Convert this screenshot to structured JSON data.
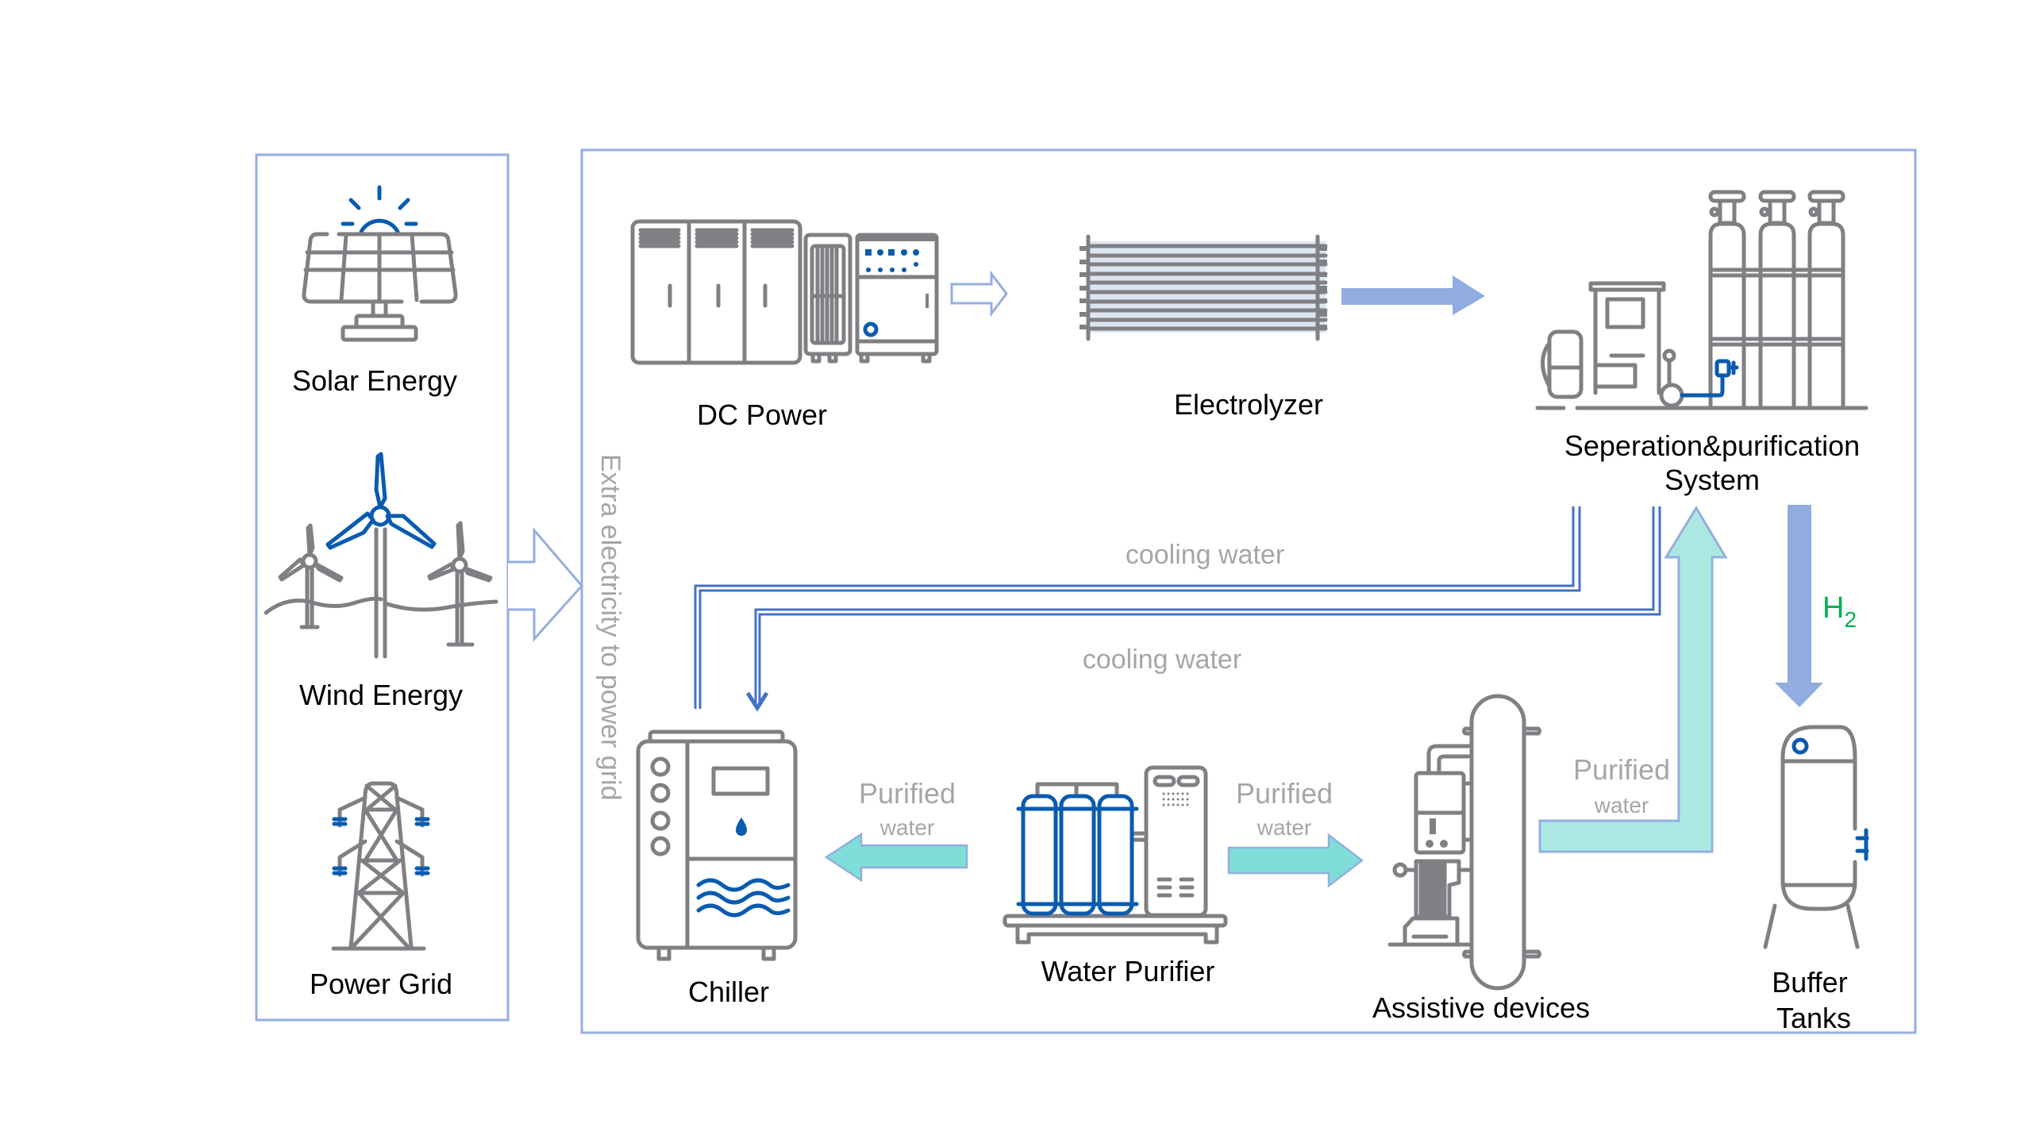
{
  "sources": {
    "items": [
      {
        "label": "Solar Energy",
        "icon": "solar-panel-icon"
      },
      {
        "label": "Wind Energy",
        "icon": "wind-turbine-icon"
      },
      {
        "label": "Power Grid",
        "icon": "transmission-tower-icon"
      }
    ]
  },
  "grid_export": {
    "label": "Extra electricity to power grid"
  },
  "equipment": {
    "dc_power": {
      "label": "DC Power",
      "icon": "dc-power-cabinet-icon"
    },
    "electrolyzer": {
      "label": "Electrolyzer",
      "icon": "electrolyzer-stack-icon"
    },
    "separation": {
      "label_line1": "Seperation&purification",
      "label_line2": "System",
      "icon": "separation-system-icon"
    },
    "chiller": {
      "label": "Chiller",
      "icon": "chiller-icon"
    },
    "water_purifier": {
      "label": "Water Purifier",
      "icon": "water-purifier-icon"
    },
    "assistive": {
      "label": "Assistive devices",
      "icon": "assistive-device-icon"
    },
    "buffer_tanks": {
      "label_line1": "Buffer",
      "label_line2": "Tanks",
      "icon": "buffer-tank-icon"
    }
  },
  "flows": {
    "cooling_water_1": "cooling water",
    "cooling_water_2": "cooling water",
    "purified_to_chiller": {
      "line1": "Purified",
      "line2": "water"
    },
    "purified_to_assistive": {
      "line1": "Purified",
      "line2": "water"
    },
    "purified_to_separation": {
      "line1": "Purified",
      "line2": "water"
    },
    "hydrogen": {
      "main": "H",
      "sub": "2"
    }
  },
  "colors": {
    "frame": "#94aee0",
    "icon_gray": "#808084",
    "icon_blue": "#0a5bb0",
    "flow_blue": "#91acdf",
    "flow_teal": "#7fded7",
    "flow_teal_light": "#abe8e2",
    "pipe_blue": "#4472c4",
    "h2_green": "#00b050",
    "annotation_gray": "#a6a6a6"
  }
}
